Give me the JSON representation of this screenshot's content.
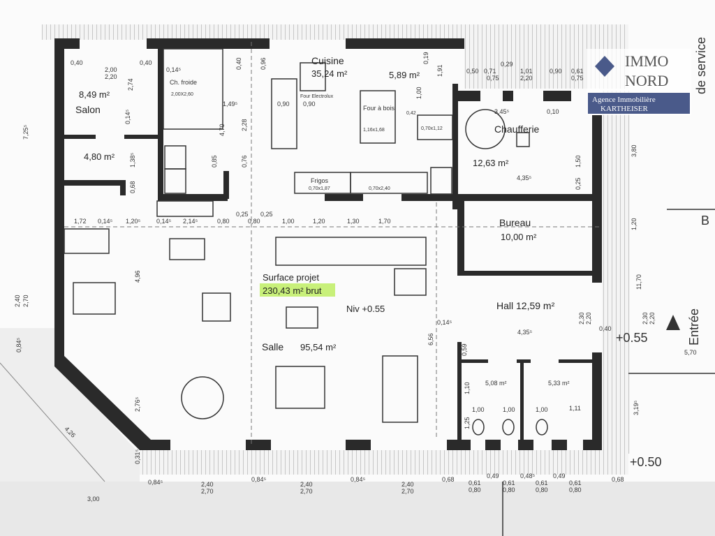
{
  "rooms": {
    "salon": {
      "name": "Salon",
      "area": "8,49 m²"
    },
    "small_room": {
      "area": "4,80 m²"
    },
    "ch_froide": {
      "name": "Ch. froide",
      "size": "2,00X2,60"
    },
    "cuisine": {
      "name": "Cuisine",
      "area": "35,24 m²"
    },
    "plonge": {
      "area": "5,89 m²"
    },
    "four_elec": "Four Electrolux",
    "four_bois": {
      "name": "Four à bois",
      "size": "1,16x1,68"
    },
    "unit": "0,70x1,12",
    "frigos": {
      "name": "Frigos",
      "size1": "0,70x1,87",
      "size2": "0,70x2,40"
    },
    "chaufferie": {
      "name": "Chaufferie",
      "area": "12,63 m²"
    },
    "bureau": {
      "name": "Bureau",
      "area": "10,00 m²"
    },
    "hall": {
      "name": "Hall 12,59 m²"
    },
    "wc1": {
      "area": "5,08 m²"
    },
    "wc2": {
      "area": "5,33 m²"
    },
    "salle": {
      "name": "Salle",
      "area": "95,54 m²"
    },
    "surface": {
      "label": "Surface projet",
      "value": "230,43 m² brut"
    },
    "niveau": "Niv +0.55"
  },
  "labels": {
    "entree": "Entrée",
    "de_service": "de service",
    "level_055": "+0.55",
    "level_050": "+0.50",
    "b_marker": "B"
  },
  "logo": {
    "line1": "IMMO",
    "line2": "NORD",
    "line3": "Agence Immobilière",
    "line4": "KARTHEISER"
  },
  "dimensions": {
    "top": [
      "0,40",
      "2,00",
      "2,20",
      "0,40",
      "0,14⁵",
      "0,40",
      "0,96",
      "2,74",
      "1,49⁵",
      "0,90",
      "0,90",
      "2,28",
      "4,70",
      "0,76",
      "0,85",
      "1,38⁵",
      "0,68",
      "0,14⁵",
      "0,42",
      "0,19",
      "1,91",
      "1,00",
      "0,50",
      "0,71",
      "0,75",
      "0,29",
      "1,01",
      "2,20",
      "0,90",
      "0,61",
      "0,75",
      "3,45⁵",
      "0,10",
      "4,35⁵",
      "1,50",
      "0,25",
      "3,80"
    ],
    "row": [
      "1,72",
      "0,14⁵",
      "1,20⁵",
      "0,14⁵",
      "2,14⁵",
      "0,80",
      "0,25",
      "0,80",
      "0,25",
      "1,00",
      "1,20",
      "1,30",
      "1,70"
    ],
    "bottom": [
      "0,84⁵",
      "2,40",
      "2,70",
      "0,84⁵",
      "2,40",
      "2,70",
      "0,84⁵",
      "2,40",
      "2,70",
      "0,68",
      "0,49",
      "0,61",
      "0,80",
      "0,48⁵",
      "0,61",
      "0,80",
      "0,49",
      "0,61",
      "0,80",
      "0,61",
      "0,80",
      "0,68",
      "3,00"
    ],
    "right": [
      "4,35⁵",
      "2,30",
      "2,20",
      "0,40",
      "1,10",
      "1,00",
      "1,00",
      "1,00",
      "1,11",
      "1,25",
      "0,59",
      "0,14⁵",
      "6,56",
      "5,70",
      "3,19⁵",
      "11,70",
      "1,20",
      "2,30",
      "2,20"
    ],
    "left": [
      "7,25⁵",
      "2,40",
      "2,70",
      "0,84⁵",
      "4,96",
      "2,76⁵",
      "4,26",
      "0,31⁵"
    ]
  }
}
